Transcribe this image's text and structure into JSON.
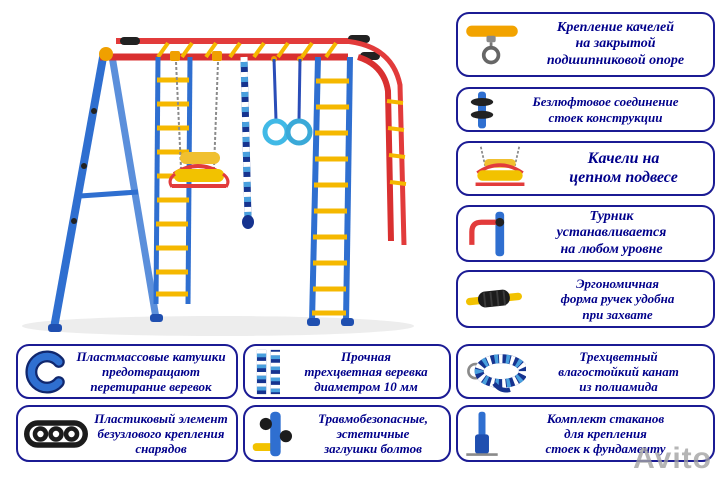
{
  "watermark": "Avito",
  "image": {
    "subject": "children playground swing set",
    "colors": {
      "frame_blue": "#2f6fd0",
      "rail_red": "#e23b3b",
      "rung_yellow": "#f5b800",
      "ring_cyan": "#41b9e6",
      "seat_yellow": "#f2c200"
    }
  },
  "callout_style": {
    "border_color": "#1b1b94",
    "text_color": "#00008b"
  },
  "callouts": [
    {
      "id": "swing-bearing",
      "icon": "swing-bearing-icon",
      "text": "Крепление качелей\nна закрытой\nподшипниковой опоре"
    },
    {
      "id": "post-joint",
      "icon": "post-joint-icon",
      "text": "Безлюфтовое соединение\nстоек конструкции"
    },
    {
      "id": "chain-swing",
      "icon": "swing-seat-icon",
      "text": "Качели на\nцепном подвесе"
    },
    {
      "id": "horizontal-bar",
      "icon": "horizontal-bar-icon",
      "text": "Турник\nустанавливается\nна любом уровне"
    },
    {
      "id": "grip-handle",
      "icon": "grip-handle-icon",
      "text": "Эргономичная\nформа ручек удобна\nпри захвате"
    },
    {
      "id": "rope-coil",
      "icon": "rope-coil-icon",
      "text": "Трехцветный\nвлагостойкий канат\nиз полиамида"
    },
    {
      "id": "plastic-spool",
      "icon": "plastic-spool-icon",
      "text": "Пластмассовые катушки\nпредотвращают\nперетирание веревок"
    },
    {
      "id": "rope",
      "icon": "rope-icon",
      "text": "Прочная\nтрехцветная веревка\nдиаметром 10 мм"
    },
    {
      "id": "knotless-mount",
      "icon": "knotless-mount-icon",
      "text": "Пластиковый элемент\nбезузлового крепления\nснарядов"
    },
    {
      "id": "bolt-caps",
      "icon": "bolt-caps-icon",
      "text": "Травмобезопасные,\nэстетичные\nзаглушки болтов"
    },
    {
      "id": "ground-cups",
      "icon": "ground-cup-icon",
      "text": "Комплект стаканов\nдля крепления\nстоек к фундаменту"
    }
  ]
}
